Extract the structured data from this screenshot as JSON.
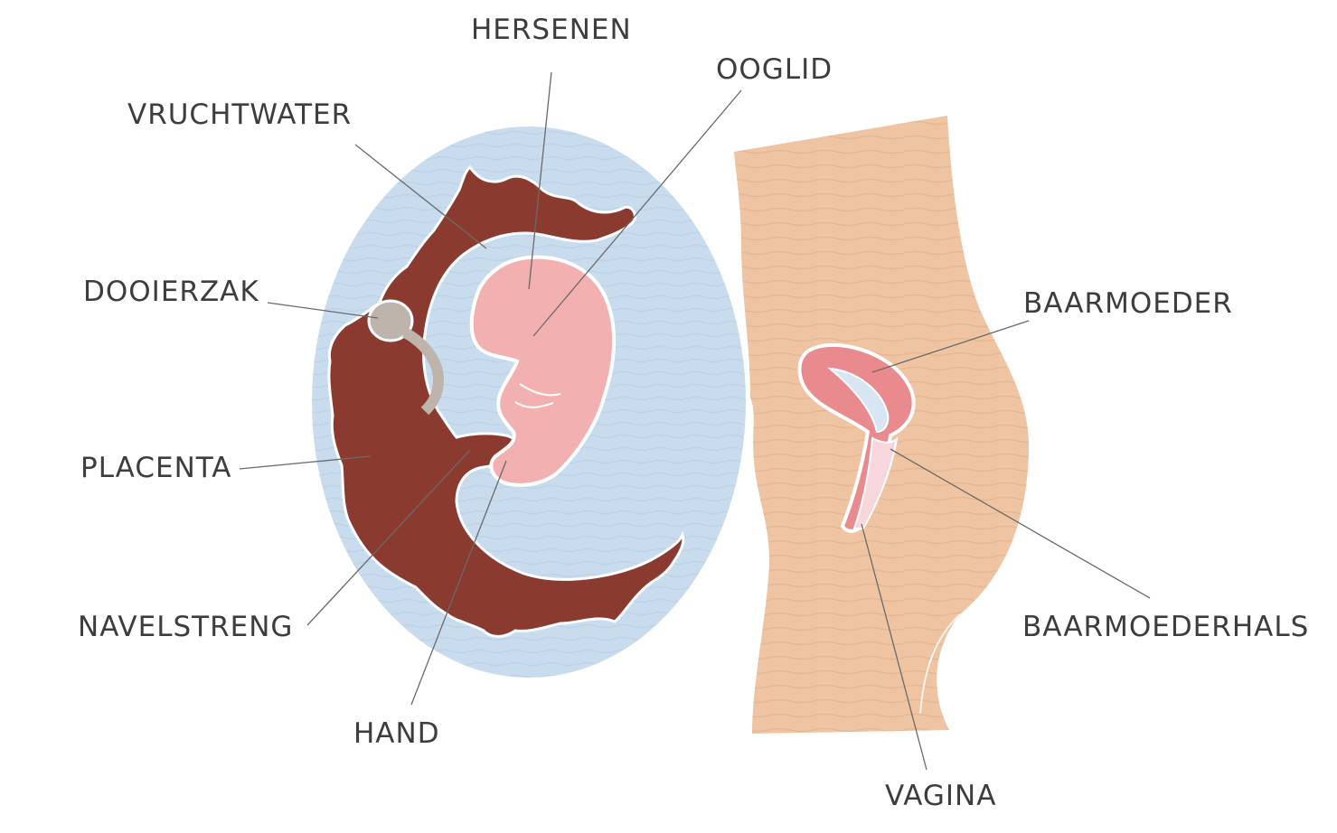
{
  "labels": {
    "hersenen": "HERSENEN",
    "ooglid": "OOGLID",
    "vruchtwater": "VRUCHTWATER",
    "dooierzak": "DOOIERZAK",
    "placenta": "PLACENTA",
    "navelstreng": "NAVELSTRENG",
    "hand": "HAND",
    "baarmoeder": "BAARMOEDER",
    "baarmoederhals": "BAARMOEDERHALS",
    "vagina": "VAGINA"
  },
  "colors": {
    "amniotic_fluid": "#c9dcee",
    "placenta": "#8b3a2f",
    "embryo": "#f2b0b0",
    "yolk_sac": "#bfb4ab",
    "body_skin": "#efc4a2",
    "uterus": "#e98a8e",
    "leader_line": "#6a6a6a",
    "label_text": "#3d3d3d"
  }
}
